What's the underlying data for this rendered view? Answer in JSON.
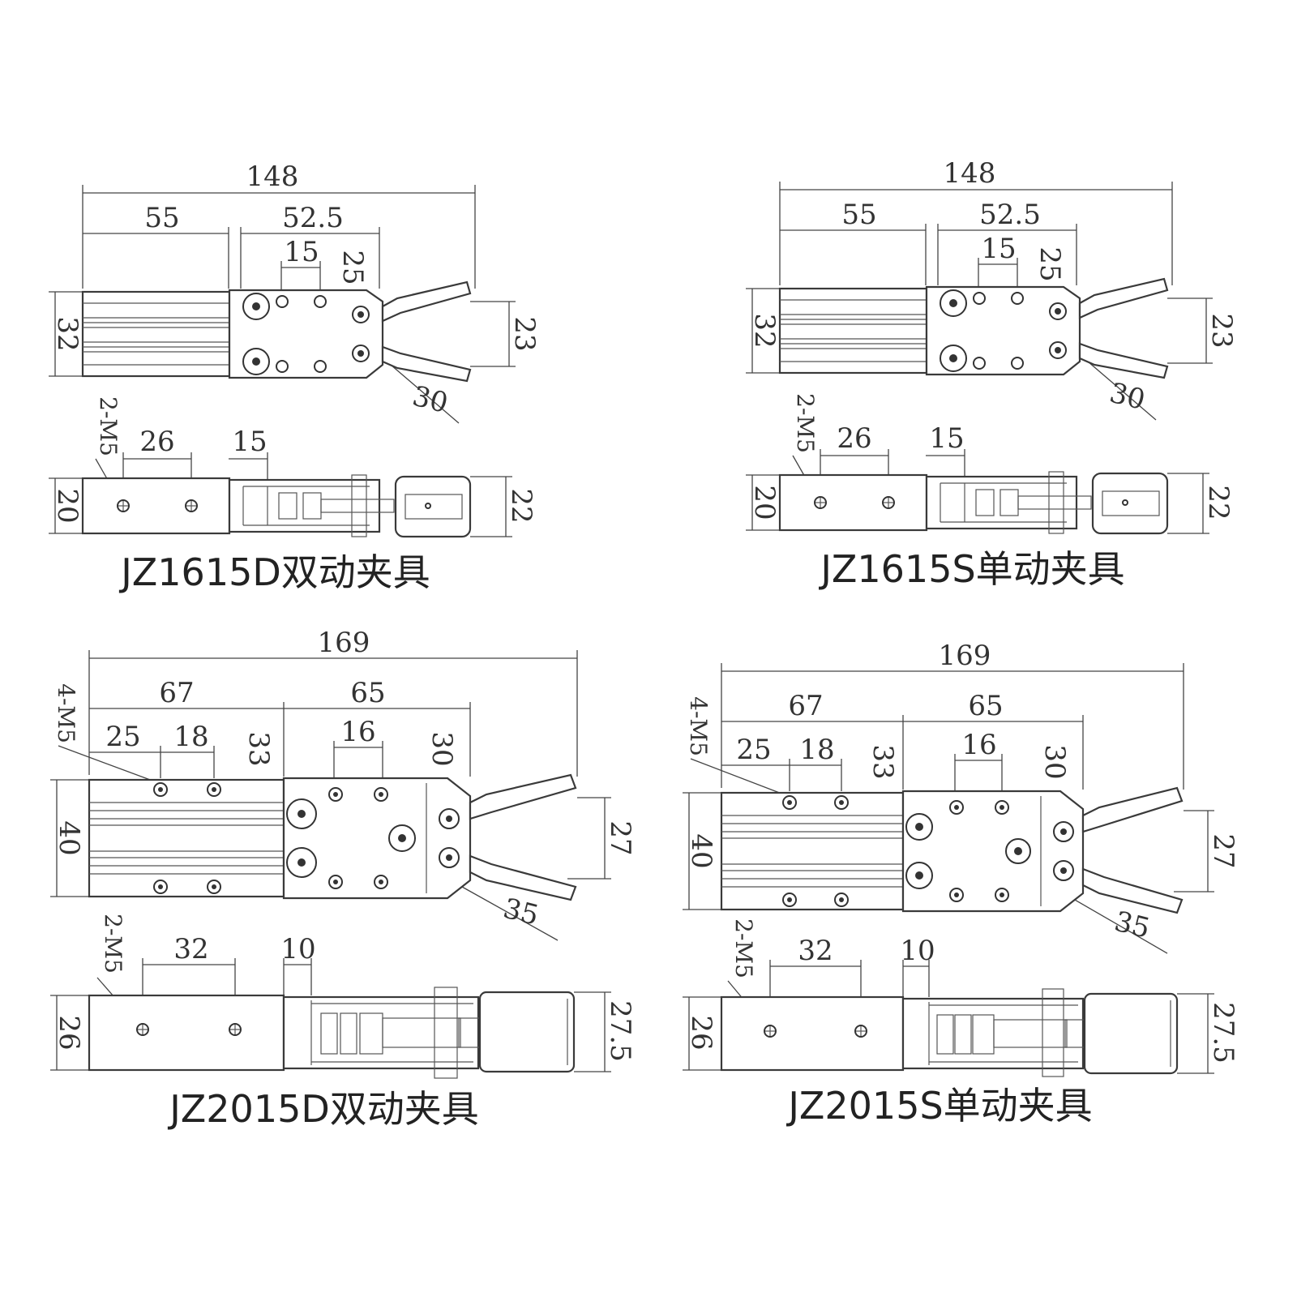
{
  "diagrams": [
    {
      "id": "jz1615d",
      "caption": "JZ1615D双动夹具",
      "top": {
        "overall": "148",
        "body": "55",
        "head": "52.5",
        "hole_spacing": "15",
        "hole_v": "25",
        "width": "32",
        "jaw_open": "23",
        "jaw_len": "30"
      },
      "side": {
        "thread": "2-M5",
        "hole_spacing": "26",
        "offset": "15",
        "height": "20",
        "jaw_height": "22"
      }
    },
    {
      "id": "jz1615s",
      "caption": "JZ1615S单动夹具",
      "top": {
        "overall": "148",
        "body": "55",
        "head": "52.5",
        "hole_spacing": "15",
        "hole_v": "25",
        "width": "32",
        "jaw_open": "23",
        "jaw_len": "30"
      },
      "side": {
        "thread": "2-M5",
        "hole_spacing": "26",
        "offset": "15",
        "height": "20",
        "jaw_height": "22"
      }
    },
    {
      "id": "jz2015d",
      "caption": "JZ2015D双动夹具",
      "top": {
        "overall": "169",
        "body": "67",
        "head": "65",
        "thread": "4-M5",
        "hole_a": "25",
        "hole_b": "18",
        "hole_v": "33",
        "head_hole": "16",
        "head_v": "30",
        "width": "40",
        "jaw_open": "27",
        "jaw_len": "35"
      },
      "side": {
        "thread": "2-M5",
        "hole_spacing": "32",
        "offset": "10",
        "height": "26",
        "jaw_height": "27.5"
      }
    },
    {
      "id": "jz2015s",
      "caption": "JZ2015S单动夹具",
      "top": {
        "overall": "169",
        "body": "67",
        "head": "65",
        "thread": "4-M5",
        "hole_a": "25",
        "hole_b": "18",
        "hole_v": "33",
        "head_hole": "16",
        "head_v": "30",
        "width": "40",
        "jaw_open": "27",
        "jaw_len": "35"
      },
      "side": {
        "thread": "2-M5",
        "hole_spacing": "32",
        "offset": "10",
        "height": "26",
        "jaw_height": "27.5"
      }
    }
  ]
}
